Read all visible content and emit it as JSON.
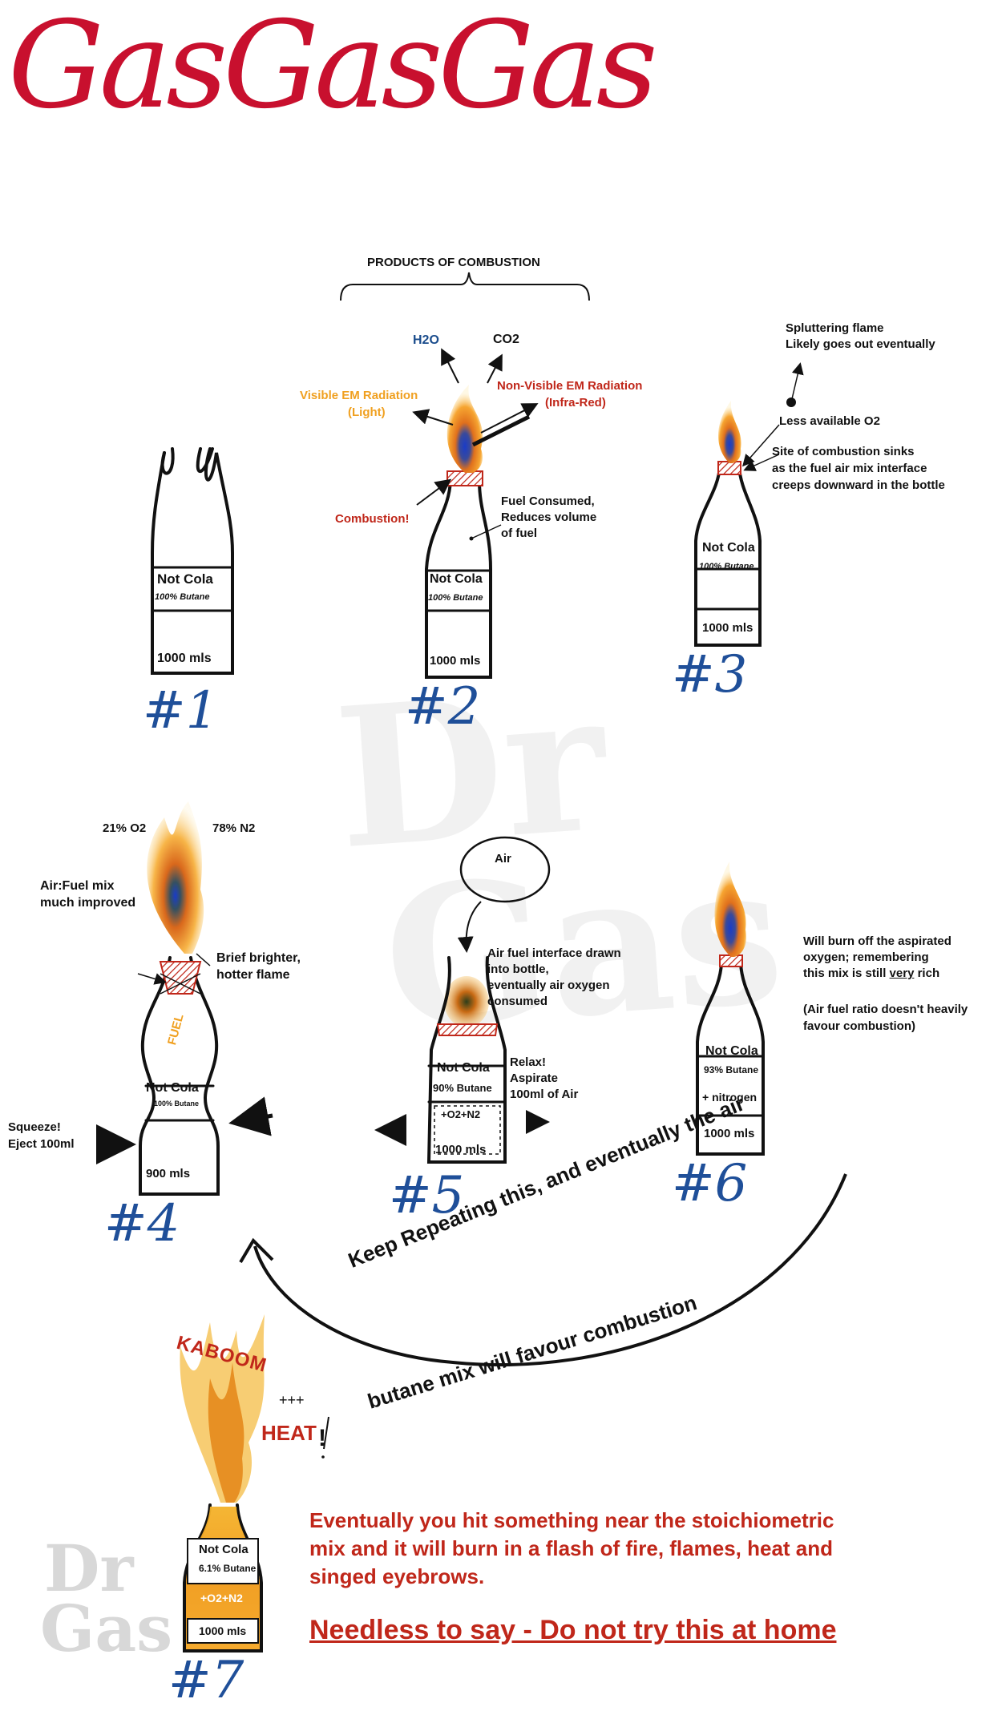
{
  "title": "GasGasGas",
  "watermark": {
    "line1": "Dr",
    "line2": "Gas"
  },
  "products_of_combustion": "PRODUCTS OF COMBUSTION",
  "bottle_labels": {
    "brand": "Not Cola"
  },
  "panel1": {
    "step": "#1",
    "butane": "100% Butane",
    "volume": "1000 mls"
  },
  "panel2": {
    "step": "#2",
    "butane": "100% Butane",
    "volume": "1000 mls",
    "h2o": "H2O",
    "co2": "CO2",
    "visible_em": "Visible EM Radiation",
    "visible_em_sub": "(Light)",
    "nonvisible_em": "Non-Visible EM Radiation",
    "nonvisible_em_sub": "(Infra-Red)",
    "combustion": "Combustion!",
    "fuel_consumed": [
      "Fuel Consumed,",
      "Reduces volume",
      "of fuel"
    ]
  },
  "panel3": {
    "step": "#3",
    "butane": "100% Butane",
    "volume": "1000 mls",
    "sputtering": [
      "Spluttering flame",
      "Likely goes out eventually"
    ],
    "less_o2": "Less available O2",
    "site": [
      "Site of combustion sinks",
      "as the fuel air mix interface",
      "creeps downward in the bottle"
    ]
  },
  "panel4": {
    "step": "#4",
    "butane": "100% Butane",
    "volume": "900 mls",
    "o2": "21% O2",
    "n2": "78% N2",
    "airfuel": [
      "Air:Fuel mix",
      "much improved"
    ],
    "brief": [
      "Brief brighter,",
      "hotter flame"
    ],
    "fuel": "FUEL",
    "squeeze": [
      "Squeeze!",
      "Eject 100ml"
    ]
  },
  "panel5": {
    "step": "#5",
    "butane": "90% Butane",
    "mix": "+O2+N2",
    "volume": "1000 mls",
    "air": "Air",
    "interface": [
      "Air fuel interface drawn",
      "into bottle,",
      "eventually air oxygen",
      "consumed"
    ],
    "relax": [
      "Relax!",
      "Aspirate",
      "100ml of Air"
    ]
  },
  "panel6": {
    "step": "#6",
    "butane": "93% Butane",
    "nitrogen": "+ nitrogen",
    "volume": "1000 mls",
    "burnoff": [
      "Will burn off the aspirated",
      "oxygen; remembering",
      "this mix is still",
      "very",
      "rich"
    ],
    "ratio": [
      "(Air fuel ratio doesn't heavily",
      "favour combustion)"
    ]
  },
  "loop": {
    "line1": "Keep Repeating this, and eventually the air",
    "line2": "butane mix will favour combustion"
  },
  "panel7": {
    "step": "#7",
    "butane": "6.1% Butane",
    "mix": "+O2+N2",
    "volume": "1000 mls",
    "kaboom": "KABOOM",
    "plus": "+++",
    "heat": "HEAT",
    "bang": "!"
  },
  "conclusion": [
    "Eventually you hit something near the stoichiometric",
    "mix and it will burn in a flash of fire, flames, heat and",
    "singed eyebrows."
  ],
  "warning": "Needless to say - Do not try this at home",
  "colors": {
    "title": "#c8102e",
    "step": "#1f4f99",
    "red": "#c0271a",
    "orange": "#f0a020",
    "blue": "#1a4c8c"
  }
}
